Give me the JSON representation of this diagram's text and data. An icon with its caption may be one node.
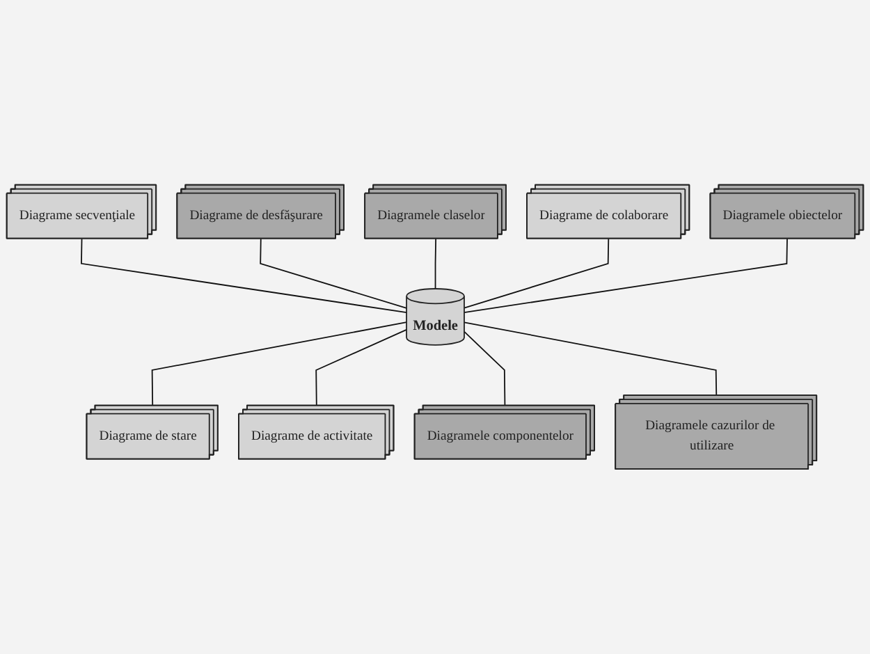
{
  "diagram": {
    "nodes": [
      {
        "text": [
          "Diagrame de desfăşurare"
        ]
      },
      {
        "text": [
          "Diagramele claselor"
        ]
      },
      {
        "text": [
          "Diagrame secvenţiale"
        ]
      },
      {
        "text": [
          "Diagrame de colaborare"
        ]
      },
      {
        "text": [
          "Diagramele obiectelor"
        ]
      },
      {
        "text": [
          "Modele"
        ]
      },
      {
        "text": [
          "Diagramele cazurilor de utilizare"
        ]
      },
      {
        "text": [
          "Diagrame de stare"
        ]
      },
      {
        "text": [
          "Diagramele componentelor"
        ]
      },
      {
        "text": [
          "Diagrame de activitate"
        ]
      }
    ],
    "edges": [
      {
        "from": 2,
        "to": 5,
        "arrow": "none"
      },
      {
        "from": 0,
        "to": 5,
        "arrow": "none"
      },
      {
        "from": 1,
        "to": 5,
        "arrow": "none"
      },
      {
        "from": 3,
        "to": 5,
        "arrow": "none"
      },
      {
        "from": 4,
        "to": 5,
        "arrow": "none"
      },
      {
        "from": 5,
        "to": 7,
        "arrow": "none"
      },
      {
        "from": 5,
        "to": 9,
        "arrow": "none"
      },
      {
        "from": 5,
        "to": 8,
        "arrow": "none"
      },
      {
        "from": 5,
        "to": 6,
        "arrow": "none"
      }
    ]
  }
}
